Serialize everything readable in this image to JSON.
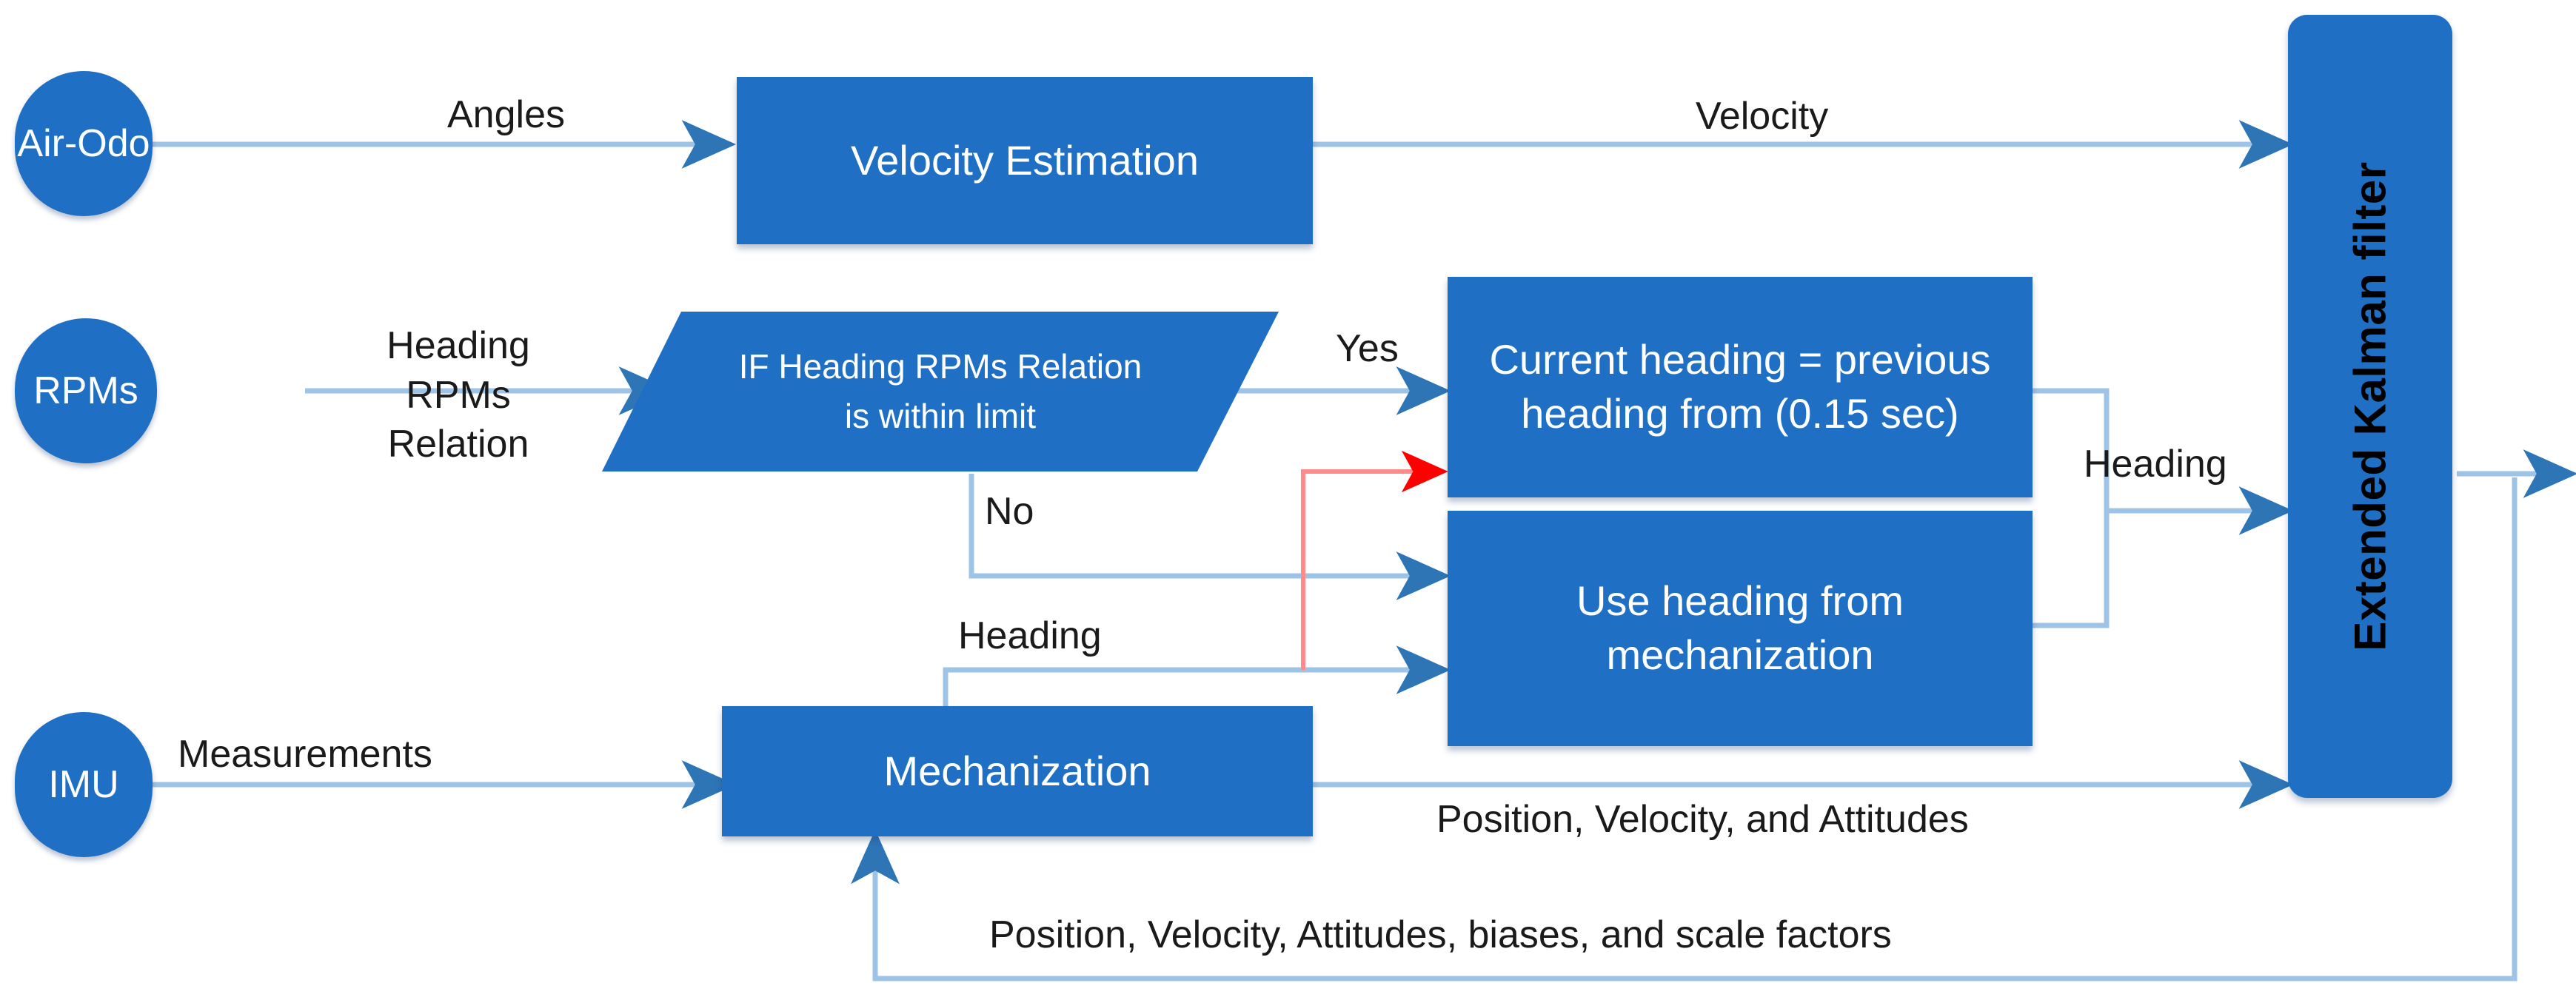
{
  "diagram": {
    "title": "Air-Odo / RPMs / IMU sensor fusion flow into Extended Kalman filter",
    "colors": {
      "node_fill": "#1f6fc4",
      "node_text": "#ffffff",
      "arrow_blue": "#9dc3e6",
      "arrow_head_blue": "#2e75b6",
      "arrow_red": "#ff8a8a",
      "arrow_head_red": "#ff0000",
      "label_text": "#1a1a1a",
      "background": "#ffffff"
    },
    "nodes": {
      "air_odo": "Air-Odo",
      "rpms": "RPMs",
      "imu": "IMU",
      "velocity_estimation": "Velocity Estimation",
      "decision_line1": "IF Heading RPMs Relation",
      "decision_line2": "is within limit",
      "current_heading_line1": "Current heading = previous",
      "current_heading_line2": "heading from (0.15 sec)",
      "use_heading_line1": "Use heading from",
      "use_heading_line2": "mechanization",
      "mechanization": "Mechanization",
      "ekf": "Extended Kalman filter"
    },
    "edge_labels": {
      "angles": "Angles",
      "velocity": "Velocity",
      "heading_rpms_line1": "Heading RPMs",
      "heading_rpms_line2": "Relation",
      "yes": "Yes",
      "no": "No",
      "heading_out": "Heading",
      "heading_mech": "Heading",
      "measurements": "Measurements",
      "pos_vel_att": "Position, Velocity, and Attitudes",
      "feedback": "Position, Velocity, Attitudes, biases, and scale factors"
    }
  }
}
